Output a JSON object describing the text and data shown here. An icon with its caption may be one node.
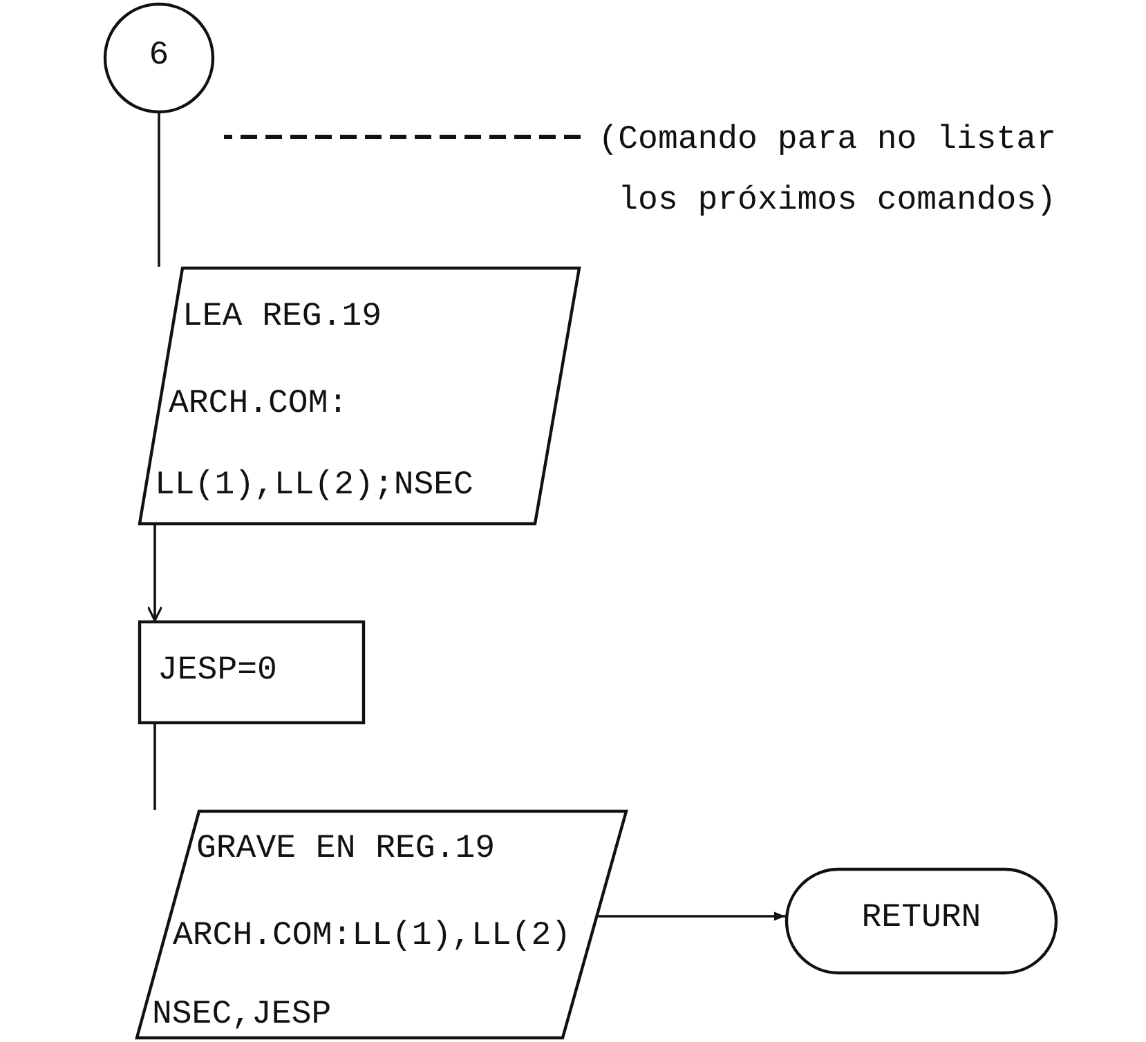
{
  "diagram": {
    "nodes": [
      {
        "text": [
          "6"
        ]
      },
      {
        "text": [
          "(Comando para no listar los próximos comandos)"
        ]
      },
      {
        "text": [
          "LEA REG.19",
          "ARCH.COM:",
          "LL(1),LL(2);NSEC"
        ]
      },
      {
        "text": [
          "JESP=0"
        ]
      },
      {
        "text": [
          "GRAVE EN REG.19",
          "ARCH.COM:LL(1),LL(2)",
          "NSEC,JESP"
        ]
      },
      {
        "text": [
          "RETURN"
        ]
      }
    ],
    "edges": [
      {
        "from": 0,
        "to": 2,
        "arrow": "none"
      },
      {
        "from": 1,
        "to": null,
        "arrow": "none",
        "style": "dashed"
      },
      {
        "from": 2,
        "to": 3,
        "arrow": "to"
      },
      {
        "from": 3,
        "to": 4,
        "arrow": "none"
      },
      {
        "from": 4,
        "to": 5,
        "arrow": "to"
      }
    ]
  }
}
